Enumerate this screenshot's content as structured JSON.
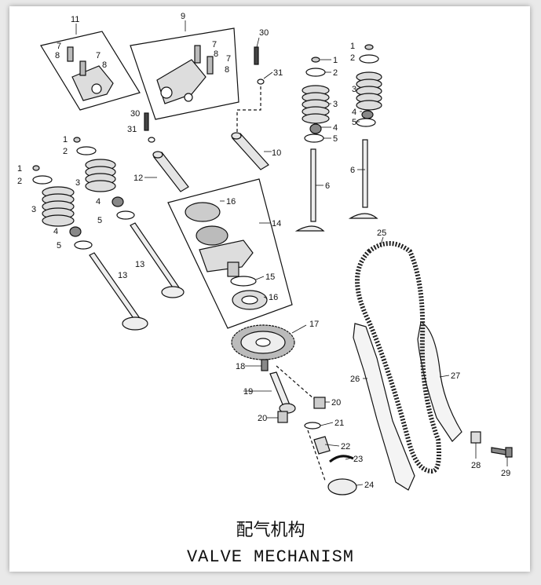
{
  "title_cn": "配气机构",
  "title_en": "VALVE MECHANISM",
  "callouts": [
    {
      "n": "1"
    },
    {
      "n": "2"
    },
    {
      "n": "3"
    },
    {
      "n": "4"
    },
    {
      "n": "5"
    },
    {
      "n": "6"
    },
    {
      "n": "7"
    },
    {
      "n": "8"
    },
    {
      "n": "9"
    },
    {
      "n": "10"
    },
    {
      "n": "11"
    },
    {
      "n": "12"
    },
    {
      "n": "13"
    },
    {
      "n": "14"
    },
    {
      "n": "15"
    },
    {
      "n": "16"
    },
    {
      "n": "17"
    },
    {
      "n": "18"
    },
    {
      "n": "19"
    },
    {
      "n": "20"
    },
    {
      "n": "21"
    },
    {
      "n": "22"
    },
    {
      "n": "23"
    },
    {
      "n": "24"
    },
    {
      "n": "25"
    },
    {
      "n": "26"
    },
    {
      "n": "27"
    },
    {
      "n": "28"
    },
    {
      "n": "29"
    },
    {
      "n": "30"
    },
    {
      "n": "31"
    }
  ]
}
